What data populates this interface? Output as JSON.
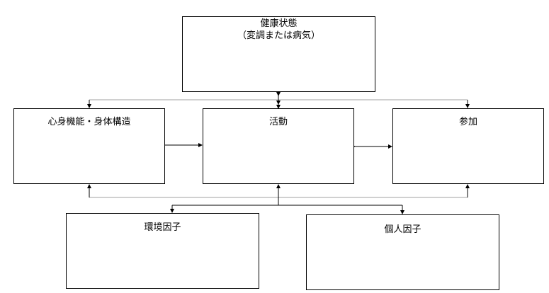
{
  "nodes": {
    "health": {
      "title": "健康状態",
      "subtitle": "（変調または病気）"
    },
    "body_function": {
      "title": "心身機能・身体構造"
    },
    "activity": {
      "title": "活動"
    },
    "participation": {
      "title": "参加"
    },
    "environment": {
      "title": "環境因子"
    },
    "personal": {
      "title": "個人因子"
    }
  },
  "colors": {
    "line": "#000000",
    "connector_gray": "#a0a0a0"
  }
}
